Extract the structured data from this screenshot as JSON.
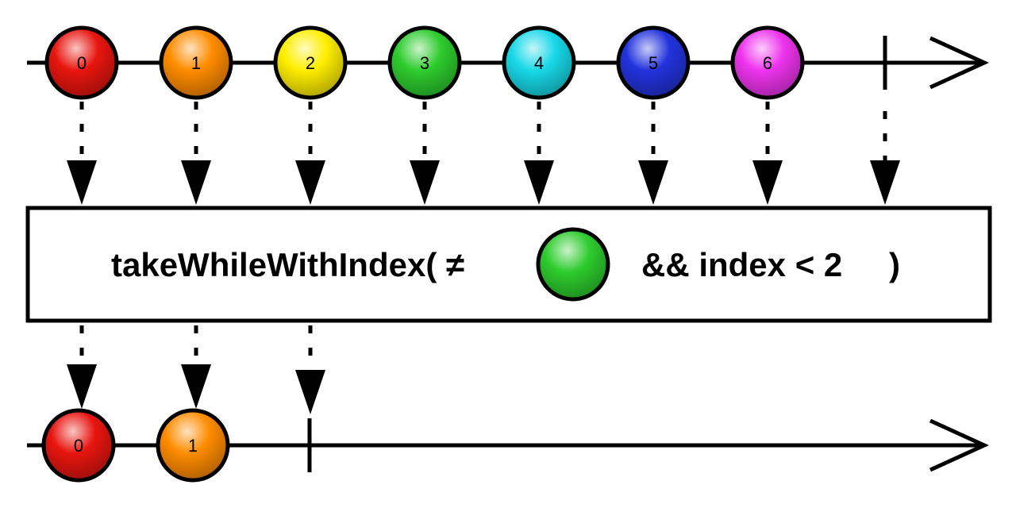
{
  "operator": {
    "prefix": "takeWhileWithIndex( ≠",
    "suffix": "&& index < 2",
    "close": ")",
    "predicate_marble_color": "#2ecc2e"
  },
  "input": {
    "marbles": [
      {
        "label": "0",
        "color": "#e8150f"
      },
      {
        "label": "1",
        "color": "#ff8c00"
      },
      {
        "label": "2",
        "color": "#ffee00"
      },
      {
        "label": "3",
        "color": "#2ecc2e"
      },
      {
        "label": "4",
        "color": "#18d8e8"
      },
      {
        "label": "5",
        "color": "#2233dd"
      },
      {
        "label": "6",
        "color": "#ee33ee"
      }
    ],
    "completes": true
  },
  "output": {
    "marbles": [
      {
        "label": "0",
        "color": "#e8150f"
      },
      {
        "label": "1",
        "color": "#ff8c00"
      }
    ],
    "completes": true
  },
  "icons": {
    "timeline_arrow": "open-arrowhead",
    "completion": "vertical-bar",
    "flow": "dotted-arrow-down"
  }
}
